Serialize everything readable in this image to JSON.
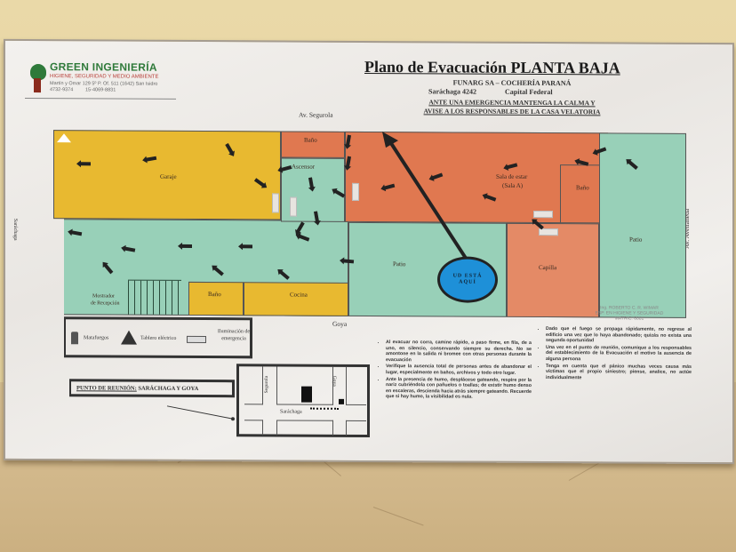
{
  "scene": {
    "description": "Photo of an evacuation floor-plan sign mounted on a wall",
    "colors": {
      "wall": "#e6d6a4",
      "floor": "#d1b78a",
      "sign": "#efedea",
      "garage_yellow": "#e8b930",
      "room_orange": "#e07850",
      "patio_green": "#98d0b8",
      "you_are_here_blue": "#1e90d8"
    }
  },
  "company": {
    "name": "GREEN INGENIERÍA",
    "tagline": "HIGIENE, SEGURIDAD Y MEDIO AMBIENTE",
    "address": "Martín y Omar 129  5º P. Of. 511  (1642) San Isidro",
    "phone1": "4732-9374",
    "phone2": "15-4069-8831"
  },
  "header": {
    "title": "Plano de Evacuación PLANTA BAJA",
    "line1": "FUNARG SA – COCHERÍA PARANÁ",
    "line2_address": "Saráchaga 4242",
    "line2_city": "Capital Federal",
    "warning1": "ANTE UNA EMERGENCIA MANTENGA LA CALMA Y",
    "warning2": "AVISE A LOS RESPONSABLES DE LA CASA VELATORIA"
  },
  "streets": {
    "top": "Av. Segurola",
    "bottom": "Goya",
    "left": "Saráchaga",
    "right": "Av. Avellaneda"
  },
  "rooms": {
    "garaje": "Garaje",
    "bano_top": "Baño",
    "ascensor": "Ascensor",
    "sala_estar": "Sala de estar",
    "sala_a": "(Sala A)",
    "bano_right": "Baño",
    "patio_center": "Patio",
    "patio_right": "Patio",
    "capilla": "Capilla",
    "bano_bottom": "Baño",
    "cocina": "Cocina",
    "mostrador": "Mostrador",
    "recepcion": "de Recepción"
  },
  "you_are_here": {
    "line1": "UD ESTÁ",
    "line2": "AQUÍ"
  },
  "legend": {
    "extinguisher": "Matafuegos",
    "panel": "Tablero eléctrico",
    "lighting1": "Iluminación de",
    "lighting2": "emergencia"
  },
  "engineer": {
    "name": "Ing. ROBERTO C. R. WIMAR",
    "specialty": "ESP. EN HIGIENE Y SEGURIDAD",
    "license": "MATRIC. 8001"
  },
  "instructions_left": [
    "Al evacuar no corra, camine rápido, a paso firme, en fila, de a uno, en silencio, conservando siempre su derecha. No se amontone en la salida ni bromee con otras personas durante la evacuación",
    "Verifique la ausencia total de personas antes de abandonar el lugar, especialmente en baños, archivos y todo otro lugar.",
    "Ante la presencia de humo, desplácese gateando, respire por la nariz cubriéndola con pañuelos o toallas; de existir humo denso en escaleras, descienda hacia atrás siempre gateando. Recuerde que si hay humo, la visibilidad es nula."
  ],
  "instructions_right": [
    "Dado que el fuego se propaga rápidamente, no regrese al edificio una vez que lo haya abandonado; quizás no exista una segunda oportunidad",
    "Una vez en el punto de reunión, comunique a los responsables del establecimiento de la Evacuación el motivo la ausencia de alguna persona",
    "Tenga en cuenta que el pánico muchas veces causa más víctimas que el propio siniestro; piense, analice, no actúe individualmente"
  ],
  "meeting_point": {
    "label": "PUNTO DE REUNIÓN:",
    "value": "SARÁCHAGA Y GOYA"
  },
  "mini_map": {
    "street_left": "Segurola",
    "street_right": "Goya",
    "street_bottom": "Saráchaga"
  }
}
